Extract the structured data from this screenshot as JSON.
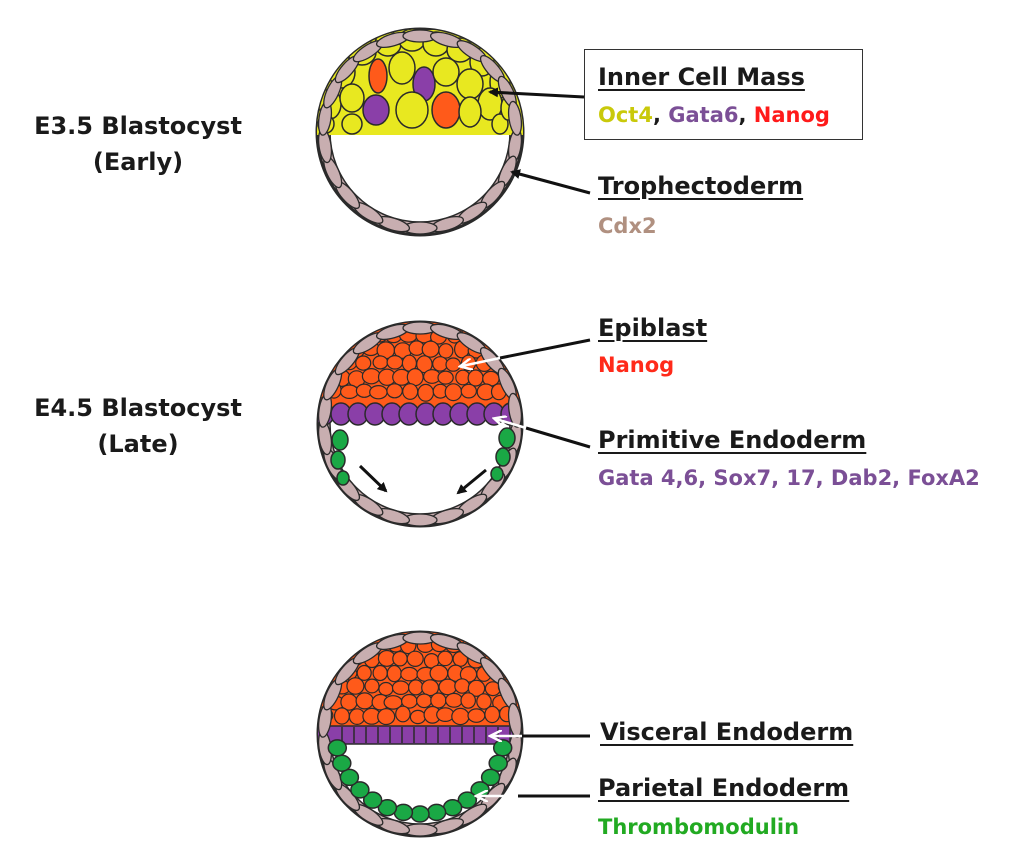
{
  "stages": {
    "early": {
      "line1": "E3.5 Blastocyst",
      "line2": "(Early)"
    },
    "late": {
      "line1": "E4.5 Blastocyst",
      "line2": "(Late)"
    }
  },
  "labels": {
    "icm": {
      "title": "Inner Cell Mass",
      "markers": [
        {
          "text": "Oct4",
          "color": "#c9c90a"
        },
        {
          "text": ", ",
          "color": "#1a1a1a"
        },
        {
          "text": "Gata6",
          "color": "#7b4f96"
        },
        {
          "text": ", ",
          "color": "#1a1a1a"
        },
        {
          "text": "Nanog",
          "color": "#ff1a1a"
        }
      ]
    },
    "trophectoderm": {
      "title": "Trophectoderm",
      "marker": "Cdx2",
      "color": "#b09080"
    },
    "epiblast": {
      "title": "Epiblast",
      "marker": "Nanog",
      "color": "#ff2a1a"
    },
    "primitive_endoderm": {
      "title": "Primitive Endoderm",
      "marker": "Gata 4,6, Sox7, 17, Dab2, FoxA2",
      "color": "#7b4f96"
    },
    "visceral_endoderm": {
      "title": "Visceral Endoderm"
    },
    "parietal_endoderm": {
      "title": "Parietal Endoderm",
      "marker": "Thrombomodulin",
      "color": "#22aa22"
    }
  },
  "colors": {
    "oct4_yellow": "#e8e820",
    "gata6_purple": "#8a3fa8",
    "nanog_orange": "#ff5a1a",
    "trophectoderm_mauve": "#c8aeb0",
    "endoderm_green": "#1aa845",
    "outline": "#2a2a2a"
  }
}
